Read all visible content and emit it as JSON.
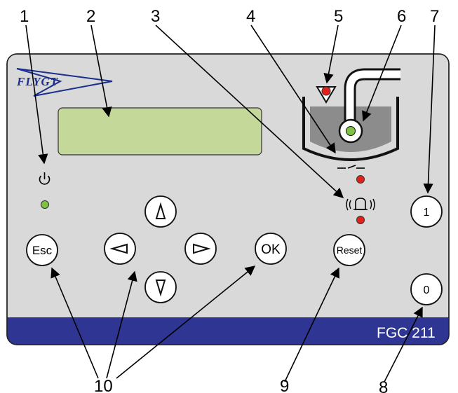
{
  "brand": "FLYGT",
  "model": "FGC 211",
  "callouts": [
    "1",
    "2",
    "3",
    "4",
    "5",
    "6",
    "7",
    "8",
    "9",
    "10"
  ],
  "buttons": {
    "esc": "Esc",
    "ok": "OK",
    "reset": "Reset",
    "one": "1",
    "zero": "0"
  },
  "icons": {
    "up": "up-triangle-icon",
    "down": "down-triangle-icon",
    "left": "left-triangle-icon",
    "right": "right-triangle-icon",
    "power": "power-icon",
    "alarm": "alarm-bell-icon",
    "level_switch": "level-switch-icon",
    "tank": "tank-with-pump-icon"
  },
  "colors": {
    "panel": "#d9d9d9",
    "stripe": "#2e3593",
    "display": "#c4d89a",
    "led_green": "#7dc243",
    "led_red": "#e3211c"
  }
}
